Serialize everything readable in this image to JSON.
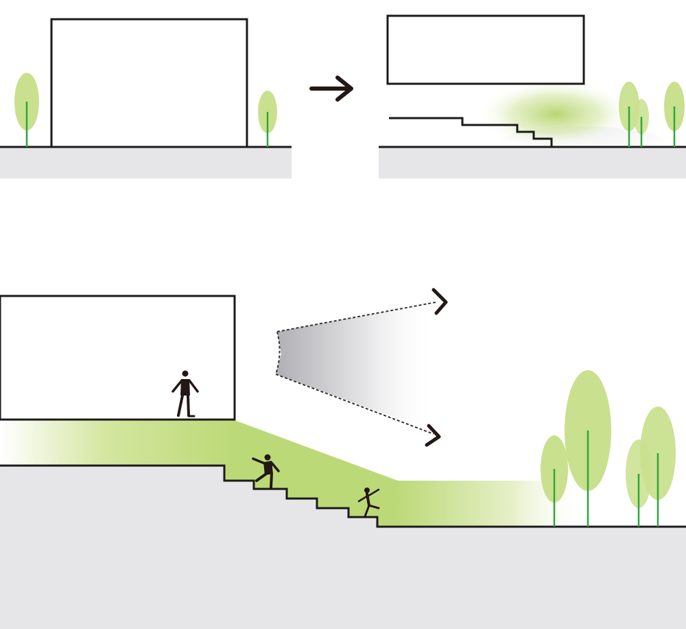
{
  "colors": {
    "background": "#ffffff",
    "ground": "#e6e6e8",
    "outline": "#1a1a1a",
    "tree_foliage": "#c9e08e",
    "tree_trunk": "#2fa63a",
    "green_glow": "#b6d36a",
    "shadow_gray": "#b8b8bc",
    "arrow": "#231815"
  },
  "diagram": {
    "panels": [
      "before-section",
      "after-section",
      "detail-section"
    ],
    "icons": [
      "arrow-right-icon",
      "person-standing-icon",
      "person-climbing-icon",
      "person-running-icon",
      "tree-icon"
    ]
  }
}
